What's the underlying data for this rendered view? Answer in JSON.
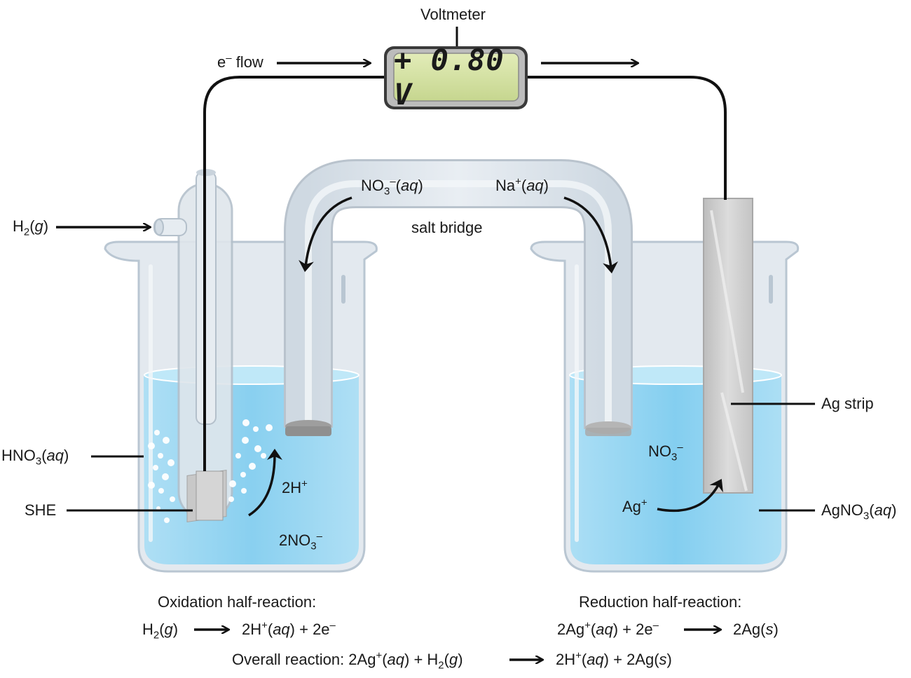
{
  "voltmeter": {
    "label": "Voltmeter",
    "reading": "+ 0.80 V"
  },
  "electron_flow": {
    "prefix": "e",
    "sup": "–",
    "suffix": " flow"
  },
  "salt_bridge": {
    "label": "salt bridge",
    "anion": {
      "base": "NO",
      "sub": "3",
      "sup": "–",
      "state": "aq"
    },
    "cation": {
      "base": "Na",
      "sup": "+",
      "state": "aq"
    }
  },
  "left_cell": {
    "gas_inlet": {
      "base": "H",
      "sub": "2",
      "state": "g"
    },
    "solution": {
      "base": "HNO",
      "sub": "3",
      "state": "aq"
    },
    "electrode": "SHE",
    "ion_h": {
      "base": "2H",
      "sup": "+"
    },
    "ion_no3": {
      "base": "2NO",
      "sub": "3",
      "sup": "–"
    }
  },
  "right_cell": {
    "electrode": "Ag strip",
    "solution": {
      "base": "AgNO",
      "sub": "3",
      "state": "aq"
    },
    "ion_no3": {
      "base": "NO",
      "sub": "3",
      "sup": "–"
    },
    "ion_ag": {
      "base": "Ag",
      "sup": "+"
    }
  },
  "oxidation": {
    "title": "Oxidation half-reaction:",
    "lhs": {
      "base": "H",
      "sub": "2",
      "state": "g"
    },
    "rhs": {
      "p1": "2H",
      "sup": "+",
      "state": "aq",
      "p2": " + 2e",
      "sup2": "–"
    }
  },
  "reduction": {
    "title": "Reduction half-reaction:",
    "lhs": {
      "p1": "2Ag",
      "sup": "+",
      "state": "aq",
      "p2": " + 2e",
      "sup2": "–"
    },
    "rhs": {
      "p1": "2Ag",
      "state": "s"
    }
  },
  "overall": {
    "prefix": "Overall reaction: ",
    "lhs": {
      "p1": "2Ag",
      "sup": "+",
      "state1": "aq",
      "p2": " + H",
      "sub": "2",
      "state2": "g"
    },
    "rhs": {
      "p1": "2H",
      "sup": "+",
      "state1": "aq",
      "p2": " + 2Ag",
      "state2": "s"
    }
  },
  "colors": {
    "solution": "#8fd3f1",
    "glass": "#dbe4ec",
    "voltmeter_screen": "#d6e3a6",
    "silver": "#c9c9c9",
    "wire": "#111111"
  }
}
